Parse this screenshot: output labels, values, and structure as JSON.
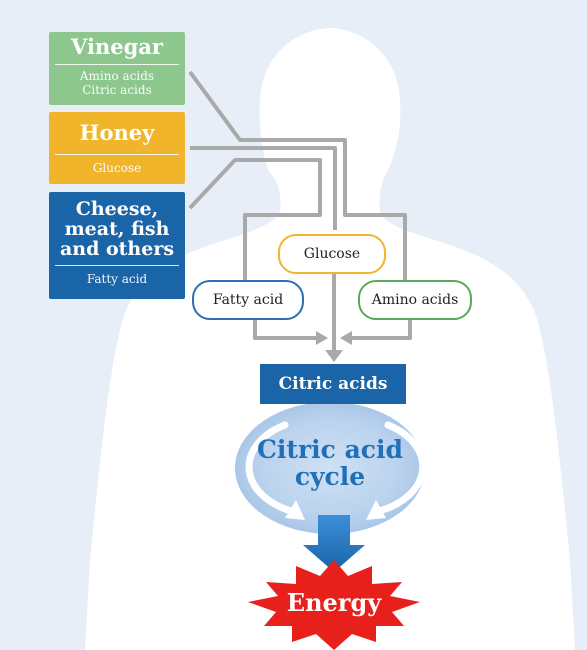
{
  "foods": [
    {
      "title": "Vinegar",
      "items": [
        "Amino acids",
        "Citric acids"
      ],
      "color": "#8dc78d"
    },
    {
      "title": "Honey",
      "items": [
        "Glucose"
      ],
      "color": "#f1b52c"
    },
    {
      "title": "Cheese, meat, fish and others",
      "title_lines": [
        "Cheese,",
        "meat, fish",
        "and others"
      ],
      "items": [
        "Fatty acid"
      ],
      "color": "#1a64a8"
    }
  ],
  "nutrients": {
    "glucose": {
      "label": "Glucose",
      "border_color": "#f1b52c"
    },
    "fatty_acid": {
      "label": "Fatty acid",
      "border_color": "#2c6fb3"
    },
    "amino_acids": {
      "label": "Amino acids",
      "border_color": "#5aa95a"
    }
  },
  "citric_acids_label": "Citric acids",
  "cycle_label_lines": [
    "Citric acid",
    "cycle"
  ],
  "energy_label": "Energy",
  "colors": {
    "background": "#e8eef8",
    "body": "#ffffff",
    "arrow": "#a9a9a9",
    "citric_box": "#1a64a8",
    "cycle_text": "#1f70b8",
    "energy_burst": "#e8201c",
    "energy_arrow": "#1a64a8"
  }
}
